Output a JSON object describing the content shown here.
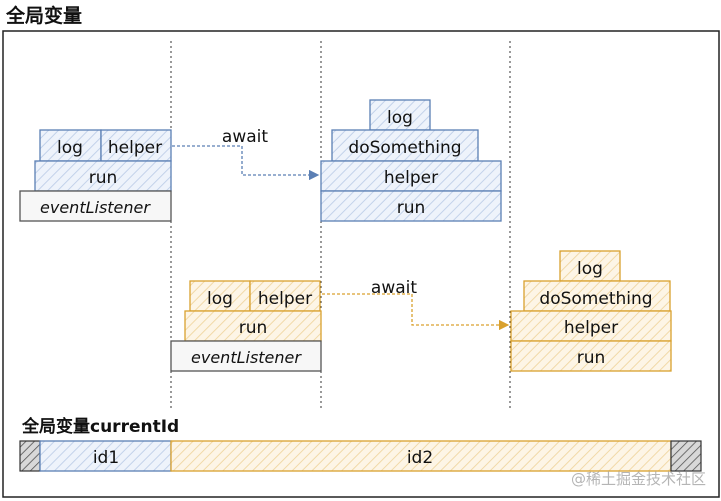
{
  "title": "全局变量",
  "colors": {
    "blue_stroke": "#5b7fb4",
    "blue_fill": "#e4ecf8",
    "blue_hatch": "#b8c9e6",
    "orange_stroke": "#d9a12e",
    "orange_fill": "#fdf1dc",
    "orange_hatch": "#efd3a0",
    "gray_stroke": "#555555"
  },
  "stack1": {
    "log": "log",
    "helper": "helper",
    "run": "run",
    "event": "eventListener"
  },
  "await1": "await",
  "stack2": {
    "log": "log",
    "doSomething": "doSomething",
    "helper": "helper",
    "run": "run"
  },
  "stack3": {
    "log": "log",
    "helper": "helper",
    "run": "run",
    "event": "eventListener"
  },
  "await2": "await",
  "stack4": {
    "log": "log",
    "doSomething": "doSomething",
    "helper": "helper",
    "run": "run"
  },
  "current_id_label": "全局变量currentId",
  "timeline": {
    "id1": "id1",
    "id2": "id2"
  },
  "watermark": "@稀土掘金技术社区"
}
